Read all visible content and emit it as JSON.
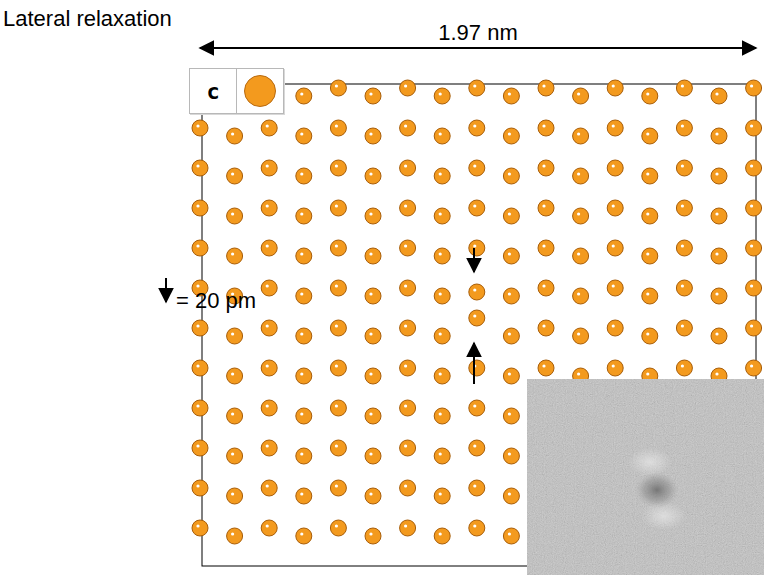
{
  "diagram": {
    "labels": [
      "Lateral relaxation",
      "1.97 nm",
      "= 20 pm"
    ],
    "legend": [
      {
        "text": "c",
        "color": "#f39a1e"
      }
    ]
  }
}
